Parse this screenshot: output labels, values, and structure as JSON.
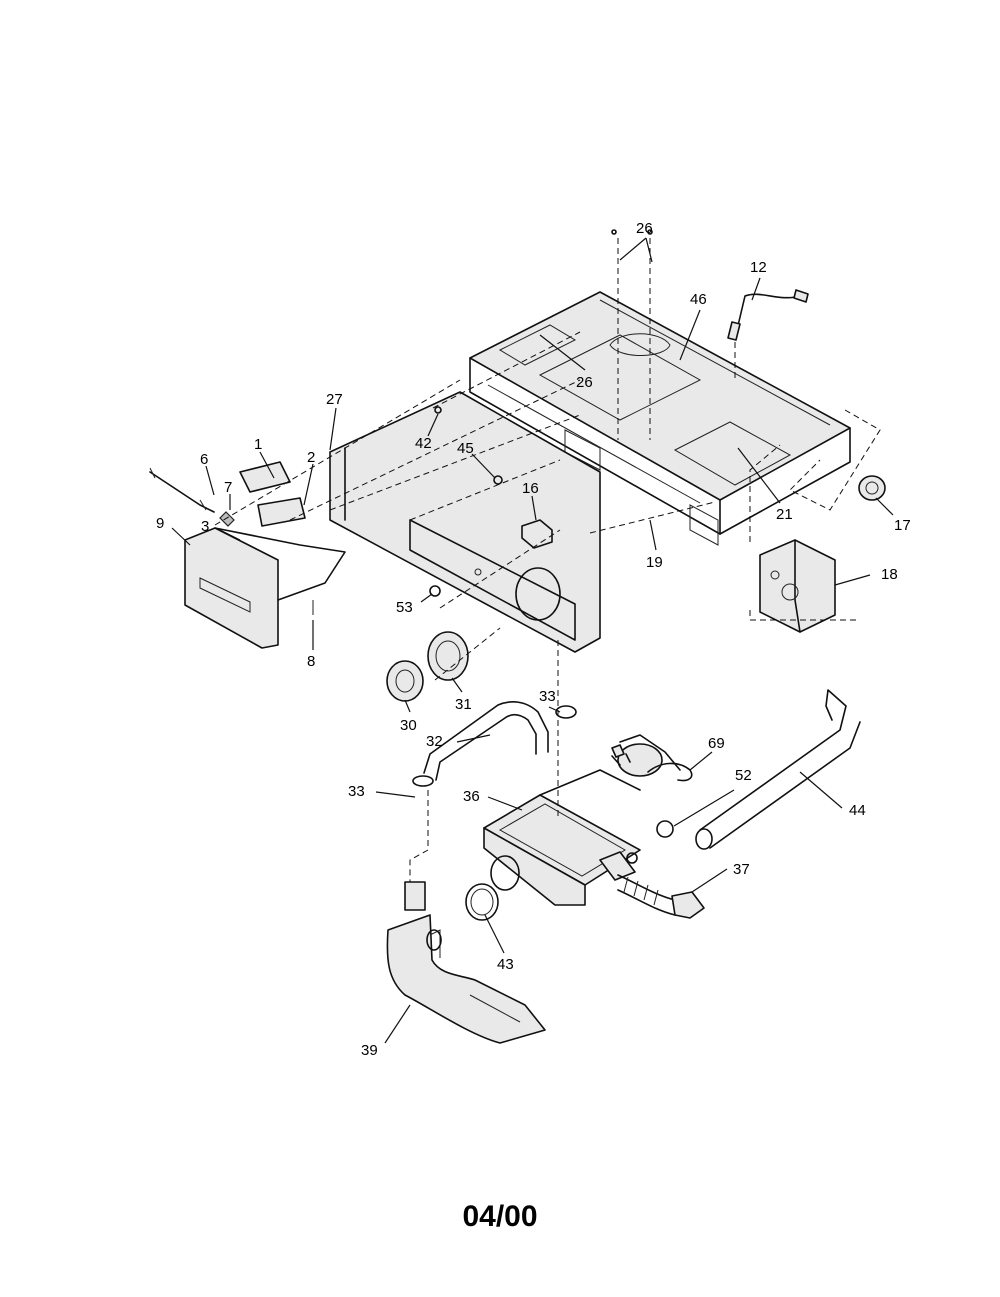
{
  "callouts": [
    {
      "id": "1",
      "label": "1"
    },
    {
      "id": "2",
      "label": "2"
    },
    {
      "id": "3",
      "label": "3"
    },
    {
      "id": "6",
      "label": "6"
    },
    {
      "id": "7",
      "label": "7"
    },
    {
      "id": "8",
      "label": "8"
    },
    {
      "id": "9",
      "label": "9"
    },
    {
      "id": "12",
      "label": "12"
    },
    {
      "id": "16",
      "label": "16"
    },
    {
      "id": "17",
      "label": "17"
    },
    {
      "id": "18",
      "label": "18"
    },
    {
      "id": "19",
      "label": "19"
    },
    {
      "id": "21",
      "label": "21"
    },
    {
      "id": "26a",
      "label": "26"
    },
    {
      "id": "26b",
      "label": "26"
    },
    {
      "id": "27",
      "label": "27"
    },
    {
      "id": "30",
      "label": "30"
    },
    {
      "id": "31",
      "label": "31"
    },
    {
      "id": "32",
      "label": "32"
    },
    {
      "id": "33a",
      "label": "33"
    },
    {
      "id": "33b",
      "label": "33"
    },
    {
      "id": "36",
      "label": "36"
    },
    {
      "id": "37",
      "label": "37"
    },
    {
      "id": "39",
      "label": "39"
    },
    {
      "id": "42",
      "label": "42"
    },
    {
      "id": "43",
      "label": "43"
    },
    {
      "id": "44",
      "label": "44"
    },
    {
      "id": "45",
      "label": "45"
    },
    {
      "id": "46",
      "label": "46"
    },
    {
      "id": "52",
      "label": "52"
    },
    {
      "id": "53",
      "label": "53"
    },
    {
      "id": "69",
      "label": "69"
    }
  ],
  "footer": {
    "code": "04/00"
  }
}
